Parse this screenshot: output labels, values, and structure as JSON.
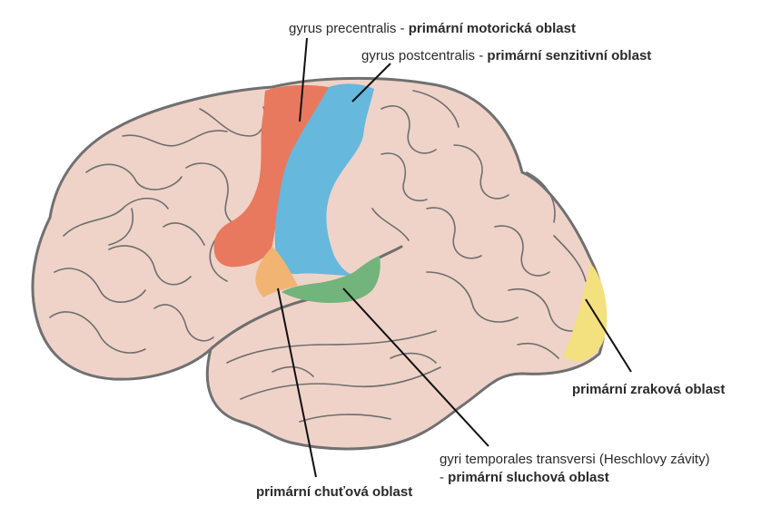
{
  "colors": {
    "brain_fill": "#efd3c8",
    "brain_outline": "#707070",
    "motor": "#e8795e",
    "sensory": "#66b8dc",
    "taste": "#f2b473",
    "auditory": "#72b47b",
    "visual": "#f3e07e"
  },
  "labels": {
    "precentral": {
      "name": "gyrus precentralis",
      "separator": " - ",
      "area": "primární motorická oblast"
    },
    "postcentral": {
      "name": "gyrus postcentralis",
      "separator": " - ",
      "area": "primární senzitivní oblast"
    },
    "visual": {
      "area": "primární zraková oblast"
    },
    "auditory": {
      "name": "gyri temporales transversi (Heschlovy závity)",
      "prefix": "- ",
      "area": "primární sluchová oblast"
    },
    "taste": {
      "area": "primární chuťová oblast"
    }
  }
}
